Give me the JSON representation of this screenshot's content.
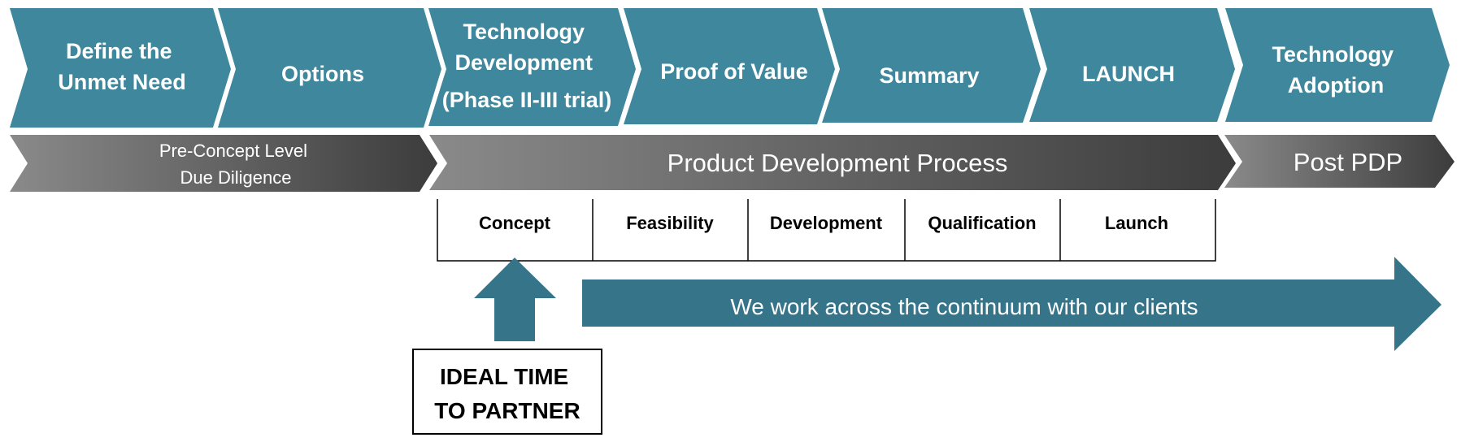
{
  "colors": {
    "chevron_teal": "#3f879c",
    "band_light": "#8a8a8a",
    "band_dark": "#3c3c3c",
    "arrow_teal": "#367589",
    "text_white": "#ffffff",
    "text_black": "#000000"
  },
  "chevrons": [
    {
      "lines": [
        "Define the",
        "Unmet Need"
      ]
    },
    {
      "lines": [
        "Options"
      ]
    },
    {
      "lines": [
        "Technology",
        "Development",
        "(Phase II-III trial)"
      ]
    },
    {
      "lines": [
        "Proof of Value"
      ]
    },
    {
      "lines": [
        "Summary"
      ]
    },
    {
      "lines": [
        "LAUNCH"
      ]
    },
    {
      "lines": [
        "Technology",
        "Adoption"
      ]
    }
  ],
  "bands": [
    {
      "lines": [
        "Pre-Concept Level",
        "Due Diligence"
      ]
    },
    {
      "lines": [
        "Product Development Process"
      ]
    },
    {
      "lines": [
        "Post PDP"
      ]
    }
  ],
  "stages": [
    "Concept",
    "Feasibility",
    "Development",
    "Qualification",
    "Launch"
  ],
  "callout": {
    "lines": [
      "IDEAL TIME",
      "TO PARTNER"
    ]
  },
  "continuum_arrow": {
    "label": "We work across the continuum with our clients"
  }
}
